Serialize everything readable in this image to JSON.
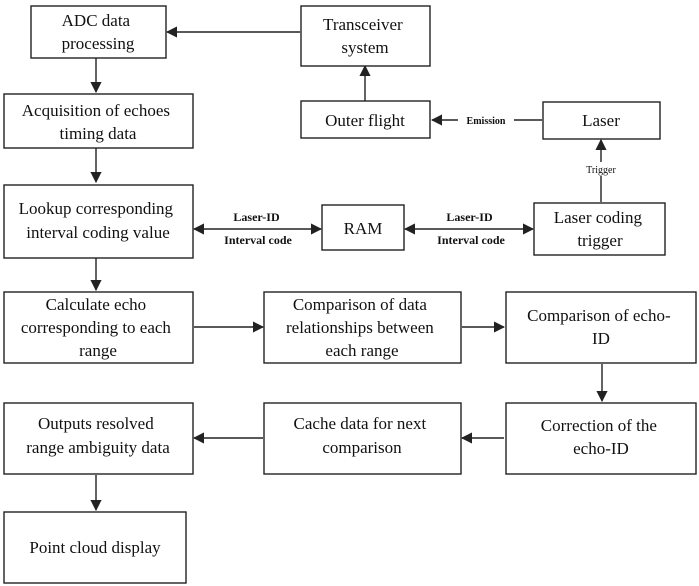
{
  "nodes": {
    "adc": [
      "ADC data",
      "processing"
    ],
    "transceiver": [
      "Transceiver",
      "system"
    ],
    "acquisition": [
      "Acquisition of echoes",
      "timing data"
    ],
    "outer_flight": [
      "Outer flight"
    ],
    "laser": [
      "Laser"
    ],
    "lookup": [
      "Lookup corresponding",
      "interval coding value"
    ],
    "ram": [
      "RAM"
    ],
    "laser_coding": [
      "Laser coding",
      "trigger"
    ],
    "calculate": [
      "Calculate echo",
      "corresponding to each",
      "range"
    ],
    "comparison_data": [
      "Comparison of data",
      "relationships between",
      "each range"
    ],
    "comparison_echo": [
      "Comparison of echo-",
      "ID"
    ],
    "outputs": [
      "Outputs resolved",
      "range ambiguity data"
    ],
    "cache": [
      "Cache data for next",
      "comparison"
    ],
    "correction": [
      "Correction of the",
      "echo-ID"
    ],
    "point_cloud": [
      "Point cloud display"
    ]
  },
  "edge_labels": {
    "emission": "Emission",
    "trigger": "Trigger",
    "lookup_ram": [
      "Laser-ID",
      "Interval code"
    ],
    "ram_laser": [
      "Laser-ID",
      "Interval code"
    ]
  }
}
